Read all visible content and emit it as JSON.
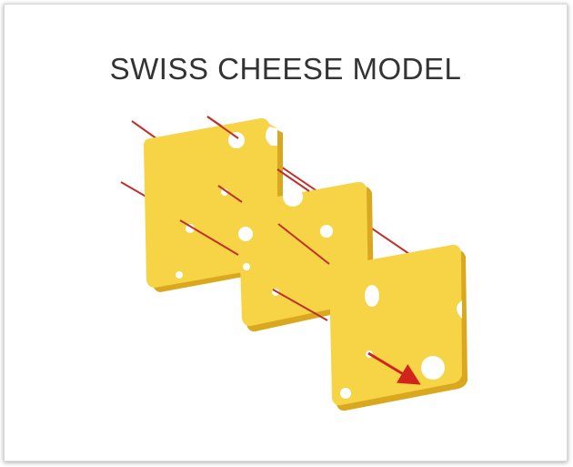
{
  "title": "SWISS CHEESE MODEL",
  "colors": {
    "cheese_face": "#f7d346",
    "cheese_edge": "#d9a81f",
    "hole": "#ffffff",
    "line": "#c0312b",
    "arrow": "#d0241d"
  },
  "layers": 3,
  "icons": [
    "cheese-slice",
    "arrow"
  ]
}
